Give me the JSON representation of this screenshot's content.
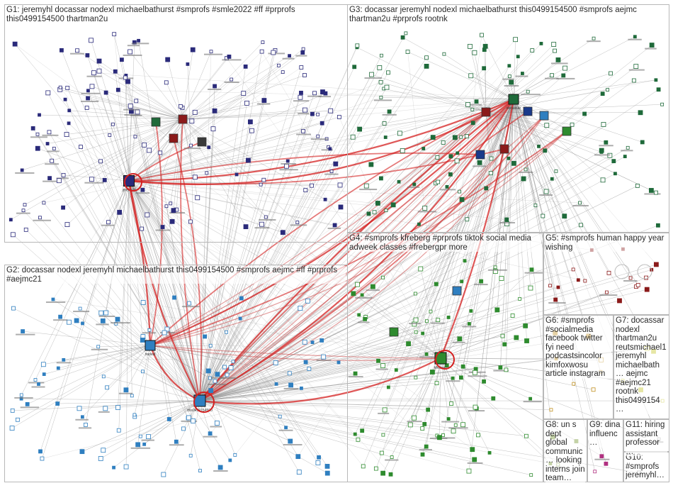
{
  "graph": {
    "groups": [
      {
        "id": "G1",
        "label": "G1: jeremyhl docassar nodexl michaelbathurst #smprofs #smle2022 #ff #prprofs this0499154500 thartman2u",
        "node_color": "#2a2a7a"
      },
      {
        "id": "G2",
        "label": "G2: docassar nodexl jeremyhl michaelbathurst this0499154500 #smprofs aejmc #ff #prprofs #aejmc21",
        "node_color": "#2f7fc0"
      },
      {
        "id": "G3",
        "label": "G3: docassar jeremyhl nodexl michaelbathurst this0499154500 #smprofs aejmc thartman2u #prprofs rootnk",
        "node_color": "#1f6a3a"
      },
      {
        "id": "G4",
        "label": "G4: #smprofs kfreberg #prprofs tiktok social media adweek classes #frebergpr more",
        "node_color": "#2e8b2e"
      },
      {
        "id": "G5",
        "label": "G5: #smprofs human happy year wishing",
        "node_color": "#8b1a1a"
      },
      {
        "id": "G6",
        "label": "G6: #smprofs #socialmedia facebook twitter fyi need podcastsincolor kimfoxwosu article instagram",
        "node_color": "#c09020"
      },
      {
        "id": "G7",
        "label": "G7: docassar nodexl thartman2u reutsmichael1 jeremyhl michaelbath… aejmc #aejmc21 rootnk this0499154…",
        "node_color": "#c0c020"
      },
      {
        "id": "G8",
        "label": "G8: un s dept global communic… looking interns join team…",
        "node_color": "#6b8e23"
      },
      {
        "id": "G9",
        "label": "G9: dina influenc…",
        "node_color": "#b03080"
      },
      {
        "id": "G10",
        "label": "G10: #smprofs jeremyhl…",
        "node_color": "#7a7a7a"
      },
      {
        "id": "G11",
        "label": "G11: hiring assistant professor…",
        "node_color": "#9a9a9a"
      }
    ],
    "hub_labels": [
      "this0499154500",
      "jeremyhl",
      "kfreberg",
      "docassar",
      "nodexl"
    ],
    "colors": {
      "edge_gray": "#8a8a8a",
      "edge_red": "#d42020",
      "border": "#b8b8b8"
    }
  }
}
